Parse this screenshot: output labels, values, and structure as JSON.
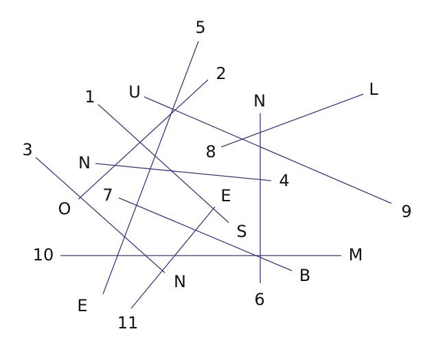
{
  "diagram": {
    "line_color": "#3d3580",
    "text_color": "#111111",
    "segments": [
      {
        "id": "seg-5-E",
        "from": "5",
        "to": "E"
      },
      {
        "id": "seg-2-O",
        "from": "2",
        "to": "O"
      },
      {
        "id": "seg-1-S",
        "from": "1",
        "to": "S"
      },
      {
        "id": "seg-U-9",
        "from": "U",
        "to": "9"
      },
      {
        "id": "seg-N-6",
        "from": "N",
        "to": "6"
      },
      {
        "id": "seg-L-8",
        "from": "L",
        "to": "8"
      },
      {
        "id": "seg-3-N",
        "from": "3",
        "to": "N"
      },
      {
        "id": "seg-N-4",
        "from": "N",
        "to": "4"
      },
      {
        "id": "seg-7-B",
        "from": "7",
        "to": "B"
      },
      {
        "id": "seg-E-11",
        "from": "E",
        "to": "11"
      },
      {
        "id": "seg-10-M",
        "from": "10",
        "to": "M"
      }
    ],
    "labels": {
      "l5": "5",
      "l2": "2",
      "l1": "1",
      "lU": "U",
      "lNtop": "N",
      "lL": "L",
      "l8": "8",
      "l3": "3",
      "lNleft": "N",
      "l4": "4",
      "lO": "O",
      "l7": "7",
      "lEmid": "E",
      "lS": "S",
      "l9": "9",
      "l10": "10",
      "lM": "M",
      "lB": "B",
      "lNbottom": "N",
      "l6": "6",
      "lEbottom": "E",
      "l11": "11"
    }
  }
}
